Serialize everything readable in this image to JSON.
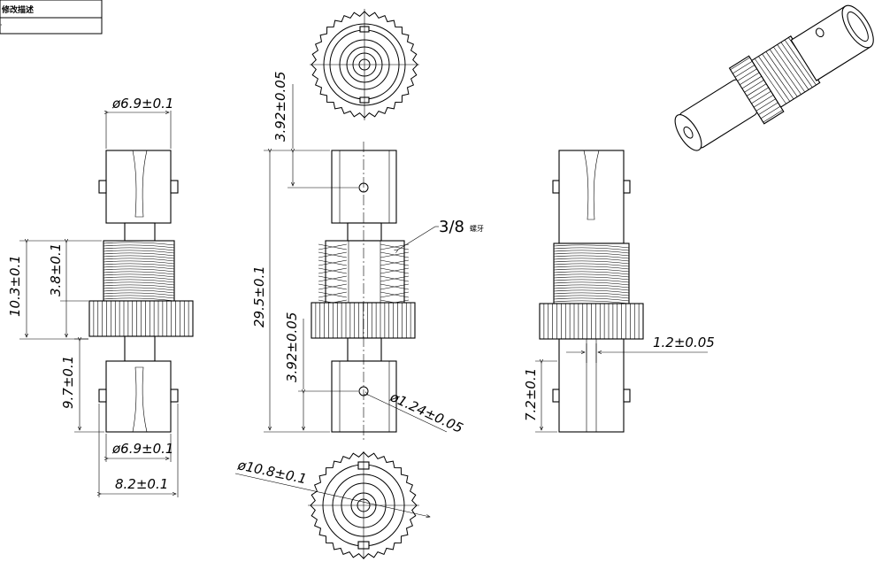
{
  "title_block": {
    "revision_header": "修改描述",
    "row_mark": "·"
  },
  "dimensions": {
    "left_top_diameter": "ø6.9±0.1",
    "left_thread_height": "10.3±0.1",
    "left_thread_sub": "3.8±0.1",
    "left_lower_height": "9.7±0.1",
    "left_bottom_diameter": "ø6.9±0.1",
    "left_width": "8.2±0.1",
    "mid_top_offset": "3.92±0.05",
    "mid_total_length": "29.5±0.1",
    "mid_bottom_offset": "3.92±0.05",
    "mid_hole": "ø1.24±0.05",
    "thread_spec": "3/8",
    "thread_note": "螺牙",
    "bottom_diameter": "ø10.8±0.1",
    "right_slot": "1.2±0.05",
    "right_lower_height": "7.2±0.1"
  }
}
